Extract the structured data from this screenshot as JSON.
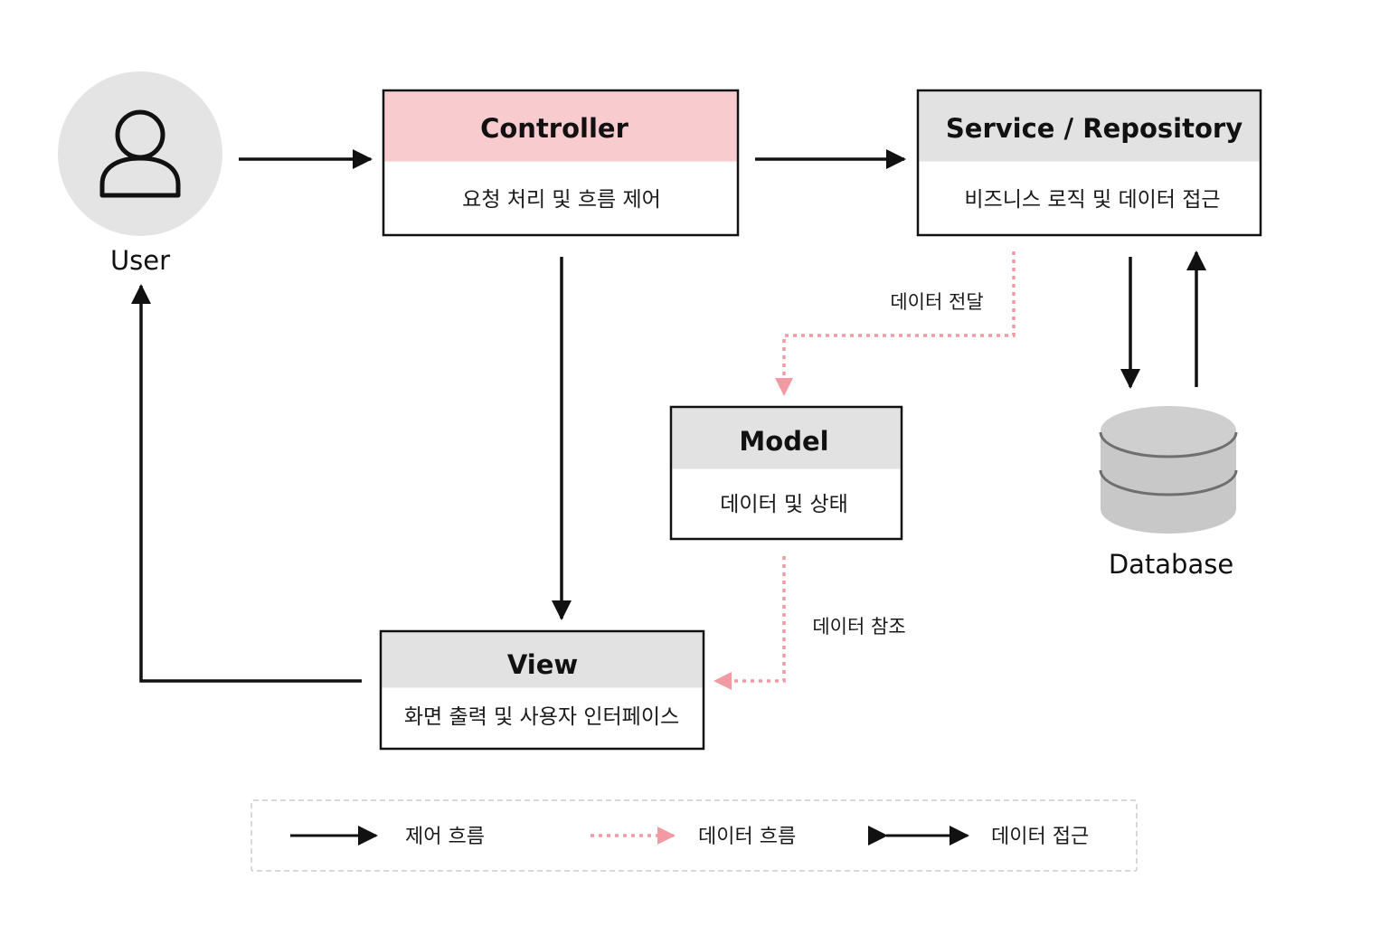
{
  "colors": {
    "control_flow": "#111111",
    "data_flow": "#f19aa3",
    "controller_header": "#f8cbcf",
    "box_header": "#e2e2e2",
    "user_circle": "#e4e4e4",
    "database": "#c8c8c8",
    "legend_border": "#cccccc"
  },
  "user": {
    "label": "User",
    "icon": "user-icon"
  },
  "controller": {
    "title": "Controller",
    "subtitle": "요청 처리 및 흐름 제어"
  },
  "service": {
    "title": "Service / Repository",
    "subtitle": "비즈니스 로직 및 데이터 접근"
  },
  "model": {
    "title": "Model",
    "subtitle": "데이터 및 상태"
  },
  "view": {
    "title": "View",
    "subtitle": "화면 출력 및 사용자 인터페이스"
  },
  "database": {
    "label": "Database",
    "icon": "database-icon"
  },
  "edges": {
    "service_to_model": "데이터 전달",
    "model_to_view": "데이터 참조"
  },
  "legend": {
    "control_flow": "제어 흐름",
    "data_flow": "데이터 흐름",
    "data_access": "데이터 접근"
  }
}
